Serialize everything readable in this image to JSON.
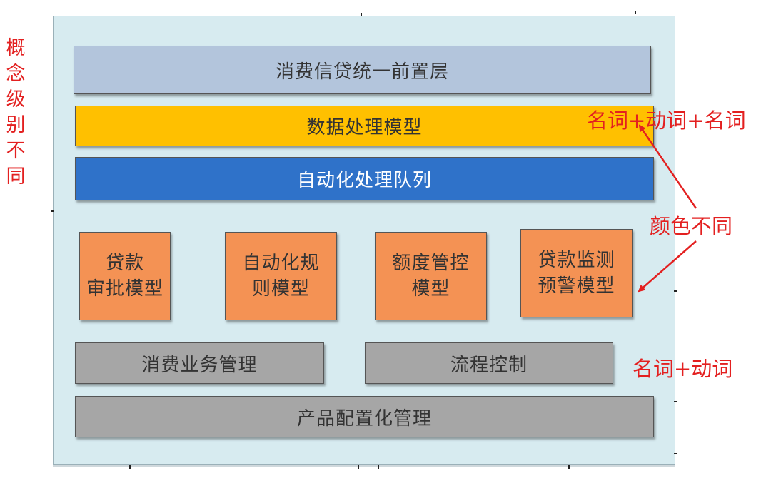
{
  "diagram": {
    "front_layer": "消费信贷统一前置层",
    "data_model": "数据处理模型",
    "automation_queue": "自动化处理队列",
    "models": [
      "贷款\n审批模型",
      "自动化规\n则模型",
      "额度管控\n模型",
      "贷款监测\n预警模型"
    ],
    "business_mgmt": "消费业务管理",
    "process_control": "流程控制",
    "product_config": "产品配置化管理"
  },
  "annotations": {
    "concept_level": "概念级别不同",
    "noun_verb_noun": "名词+动词+名词",
    "color_diff": "颜色不同",
    "noun_verb": "名词+动词"
  },
  "colors": {
    "frame_bg": "#d7ebf0",
    "front_layer": "#b3c5dc",
    "data_model": "#ffc000",
    "automation_queue": "#2f72c9",
    "models": "#f49254",
    "gray_blocks": "#a6a6a6",
    "annotation": "#e32020"
  }
}
